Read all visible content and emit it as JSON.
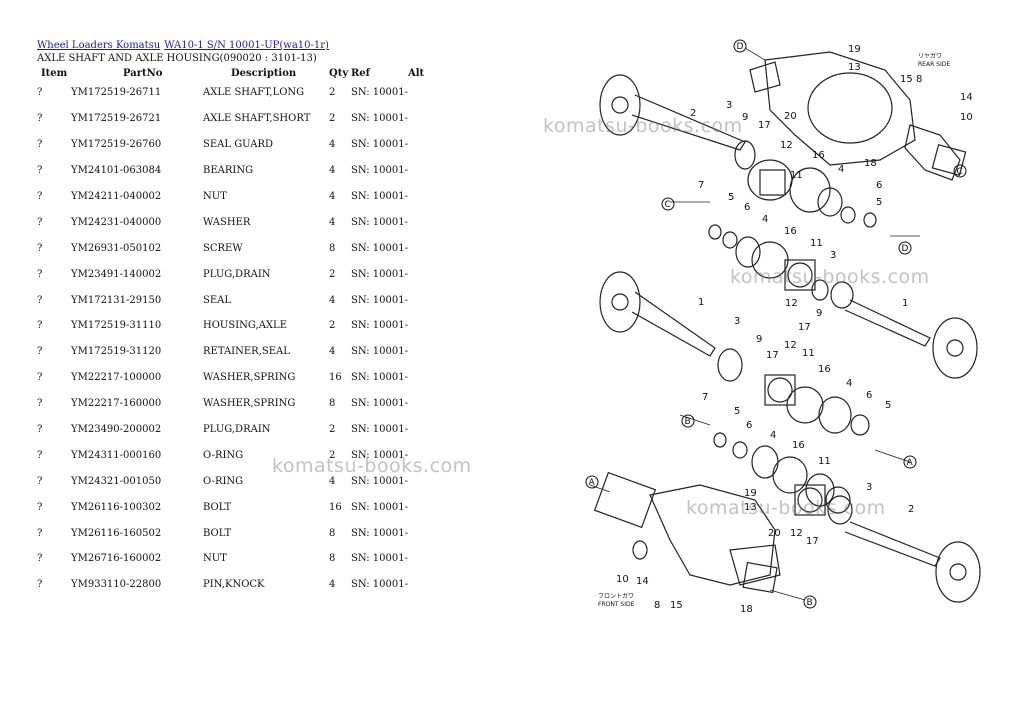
{
  "breadcrumb": [
    {
      "label": "Wheel Loaders Komatsu"
    },
    {
      "label": "WA10-1 S/N 10001-UP(wa10-1r)"
    }
  ],
  "section_title": "AXLE SHAFT AND AXLE HOUSING(090020 : 3101-13)",
  "table": {
    "headers": {
      "item": "Item",
      "partno": "PartNo",
      "description": "Description",
      "qty": "Qty",
      "ref": "Ref",
      "alt": "Alt"
    },
    "rows": [
      {
        "item": "?",
        "partno": "YM172519-26711",
        "description": "AXLE SHAFT,LONG",
        "qty": "2",
        "ref": "SN: 10001-"
      },
      {
        "item": "?",
        "partno": "YM172519-26721",
        "description": "AXLE SHAFT,SHORT",
        "qty": "2",
        "ref": "SN: 10001-"
      },
      {
        "item": "?",
        "partno": "YM172519-26760",
        "description": "SEAL GUARD",
        "qty": "4",
        "ref": "SN: 10001-"
      },
      {
        "item": "?",
        "partno": "YM24101-063084",
        "description": "BEARING",
        "qty": "4",
        "ref": "SN: 10001-"
      },
      {
        "item": "?",
        "partno": "YM24211-040002",
        "description": "NUT",
        "qty": "4",
        "ref": "SN: 10001-"
      },
      {
        "item": "?",
        "partno": "YM24231-040000",
        "description": "WASHER",
        "qty": "4",
        "ref": "SN: 10001-"
      },
      {
        "item": "?",
        "partno": "YM26931-050102",
        "description": "SCREW",
        "qty": "8",
        "ref": "SN: 10001-"
      },
      {
        "item": "?",
        "partno": "YM23491-140002",
        "description": "PLUG,DRAIN",
        "qty": "2",
        "ref": "SN: 10001-"
      },
      {
        "item": "?",
        "partno": "YM172131-29150",
        "description": "SEAL",
        "qty": "4",
        "ref": "SN: 10001-"
      },
      {
        "item": "?",
        "partno": "YM172519-31110",
        "description": "HOUSING,AXLE",
        "qty": "2",
        "ref": "SN: 10001-"
      },
      {
        "item": "?",
        "partno": "YM172519-31120",
        "description": "RETAINER,SEAL",
        "qty": "4",
        "ref": "SN: 10001-"
      },
      {
        "item": "?",
        "partno": "YM22217-100000",
        "description": "WASHER,SPRING",
        "qty": "16",
        "ref": "SN: 10001-"
      },
      {
        "item": "?",
        "partno": "YM22217-160000",
        "description": "WASHER,SPRING",
        "qty": "8",
        "ref": "SN: 10001-"
      },
      {
        "item": "?",
        "partno": "YM23490-200002",
        "description": "PLUG,DRAIN",
        "qty": "2",
        "ref": "SN: 10001-"
      },
      {
        "item": "?",
        "partno": "YM24311-000160",
        "description": "O-RING",
        "qty": "2",
        "ref": "SN: 10001-"
      },
      {
        "item": "?",
        "partno": "YM24321-001050",
        "description": "O-RING",
        "qty": "4",
        "ref": "SN: 10001-"
      },
      {
        "item": "?",
        "partno": "YM26116-100302",
        "description": "BOLT",
        "qty": "16",
        "ref": "SN: 10001-"
      },
      {
        "item": "?",
        "partno": "YM26116-160502",
        "description": "BOLT",
        "qty": "8",
        "ref": "SN: 10001-"
      },
      {
        "item": "?",
        "partno": "YM26716-160002",
        "description": "NUT",
        "qty": "8",
        "ref": "SN: 10001-"
      },
      {
        "item": "?",
        "partno": "YM933110-22800",
        "description": "PIN,KNOCK",
        "qty": "4",
        "ref": "SN: 10001-"
      }
    ]
  },
  "watermark": "komatsu-books.com",
  "diagram": {
    "labels": {
      "rear_side_jp": "リヤガワ",
      "rear_side": "REAR SIDE",
      "front_side_jp": "フロントガワ",
      "front_side": "FRONT SIDE",
      "A": "A",
      "B": "B",
      "C": "C",
      "D": "D",
      "n1": "1",
      "n2": "2",
      "n3": "3",
      "n4": "4",
      "n5": "5",
      "n6": "6",
      "n7": "7",
      "n8": "8",
      "n9": "9",
      "n10": "10",
      "n11": "11",
      "n12": "12",
      "n13": "13",
      "n14": "14",
      "n15": "15",
      "n16": "16",
      "n17": "17",
      "n18": "18",
      "n19": "19",
      "n20": "20"
    }
  }
}
